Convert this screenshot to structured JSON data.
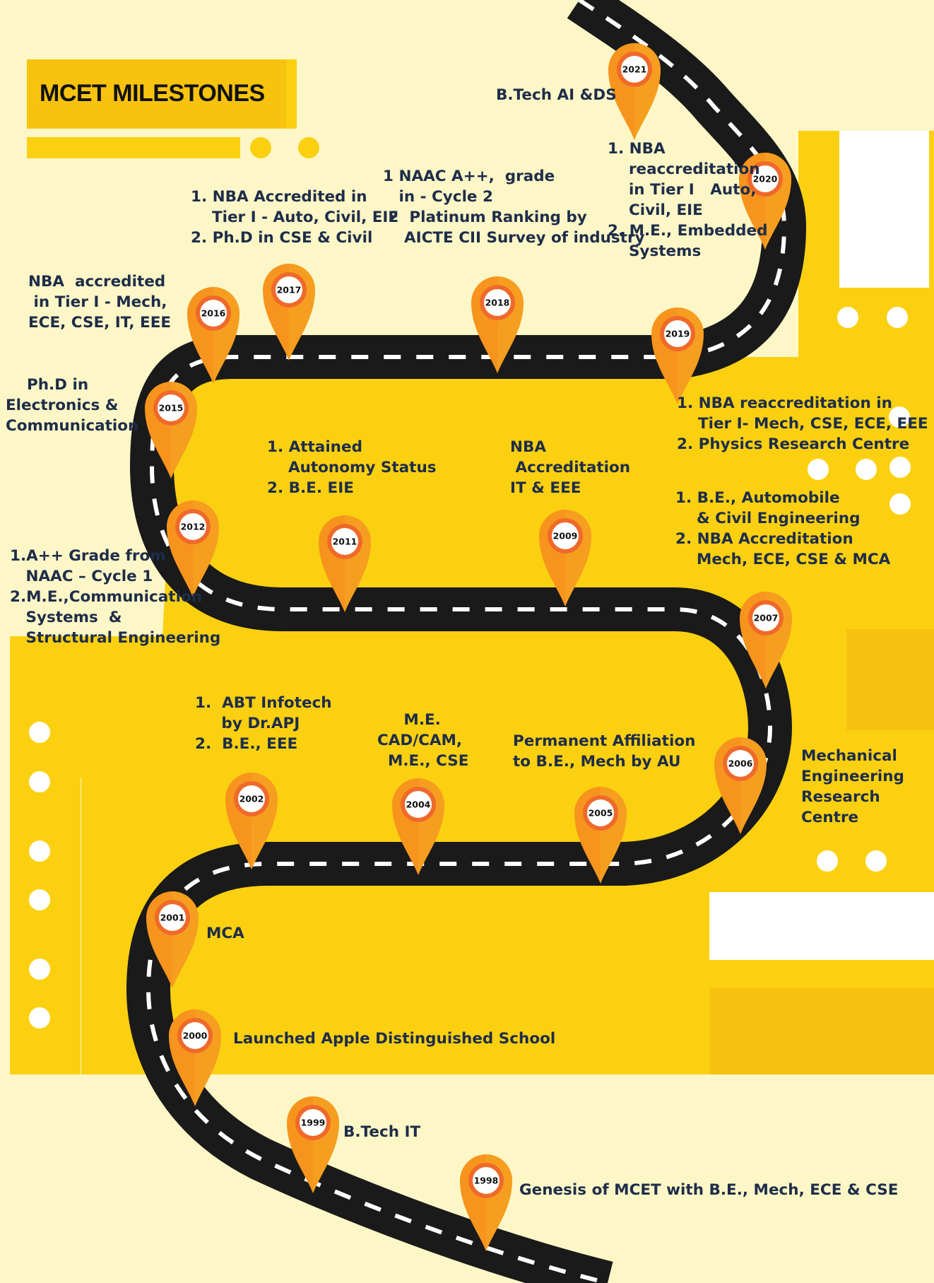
{
  "title": "MCET MILESTONES",
  "colors": {
    "background": "#fdf7c7",
    "yellow": "#fbd010",
    "road": "#1a1a1a",
    "pin_orange": "#f7941d",
    "pin_ring": "#ef6a2a",
    "text": "#1e2d4a"
  },
  "milestones": [
    {
      "year": "2021",
      "text": "B.Tech AI &DS"
    },
    {
      "year": "2020",
      "text": "1. NBA\n    reaccreditation\n    in Tier I   Auto,\n    Civil, EIE\n2. M.E., Embedded\n    Systems"
    },
    {
      "year": "2019",
      "text": "1. NBA reaccreditation in\n    Tier I- Mech, CSE, ECE, EEE\n2. Physics Research Centre"
    },
    {
      "year": "2018",
      "text": "1 NAAC A++,  grade\n   in - Cycle 2\n 2  Platinum Ranking by\n    AICTE CII Survey of industry"
    },
    {
      "year": "2017",
      "text": "1. NBA Accredited in\n    Tier I - Auto, Civil, EIE\n2. Ph.D in CSE & Civil"
    },
    {
      "year": "2016",
      "text": "NBA  accredited\n in Tier I - Mech,\nECE, CSE, IT, EEE"
    },
    {
      "year": "2015",
      "text": "    Ph.D in\nElectronics &\nCommunication"
    },
    {
      "year": "2012",
      "text": "1.A++ Grade from\n   NAAC – Cycle 1\n2.M.E.,Communication\n   Systems  &\n   Structural Engineering"
    },
    {
      "year": "2011",
      "text": "1. Attained\n    Autonomy Status\n2. B.E. EIE"
    },
    {
      "year": "2009",
      "text": "NBA\n Accreditation\nIT & EEE"
    },
    {
      "year": "2007",
      "text": "1. B.E., Automobile\n    & Civil Engineering\n2. NBA Accreditation\n    Mech, ECE, CSE & MCA"
    },
    {
      "year": "2006",
      "text": "Mechanical\nEngineering\nResearch\nCentre"
    },
    {
      "year": "2005",
      "text": "Permanent Affiliation\nto B.E., Mech by AU"
    },
    {
      "year": "2004",
      "text": "     M.E.\nCAD/CAM,\n  M.E., CSE"
    },
    {
      "year": "2002",
      "text": "1.  ABT Infotech\n     by Dr.APJ\n2.  B.E., EEE"
    },
    {
      "year": "2001",
      "text": "MCA"
    },
    {
      "year": "2000",
      "text": "Launched Apple Distinguished School"
    },
    {
      "year": "1999",
      "text": "B.Tech IT"
    },
    {
      "year": "1998",
      "text": "Genesis of MCET with B.E., Mech, ECE & CSE"
    }
  ]
}
